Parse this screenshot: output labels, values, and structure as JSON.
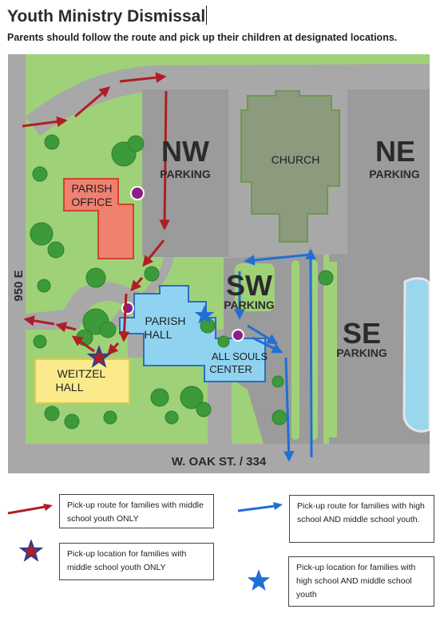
{
  "header": {
    "title": "Youth Ministry Dismissal",
    "subtitle": "Parents should follow the route and pick up their children at designated locations."
  },
  "map": {
    "labels": {
      "nw": "NW",
      "nw_parking": "PARKING",
      "ne": "NE",
      "ne_parking": "PARKING",
      "sw": "SW",
      "sw_parking": "PARKING",
      "se": "SE",
      "se_parking": "PARKING",
      "church": "CHURCH",
      "parish_office_1": "PARISH",
      "parish_office_2": "OFFICE",
      "parish_hall_1": "PARISH",
      "parish_hall_2": "HALL",
      "all_souls_1": "ALL SOULS",
      "all_souls_2": "CENTER",
      "weitzel_1": "WEITZEL",
      "weitzel_2": "HALL",
      "road_west": "950 E",
      "road_south": "W. OAK ST. / 334"
    },
    "colors": {
      "grass": "#9fd179",
      "road": "#a8a8a8",
      "parking": "#9b9b9b",
      "church": "#8c9a7e",
      "parish_office": "#f08070",
      "parish_hall": "#8fd3f0",
      "weitzel_hall": "#fbea8c",
      "water": "#9ad7ef",
      "red_route": "#b01e24",
      "blue_route": "#1f6fd6"
    }
  },
  "legend": {
    "red_route": "Pick-up route for families with middle school youth ONLY",
    "red_location": "Pick-up location for families with middle school youth ONLY",
    "blue_route": "Pick-up route for families with high school AND middle school youth.",
    "blue_location": "Pick-up location for families with high school AND middle school youth",
    "icons": [
      "red-arrow-icon",
      "red-star-icon",
      "blue-arrow-icon",
      "blue-star-icon"
    ]
  }
}
